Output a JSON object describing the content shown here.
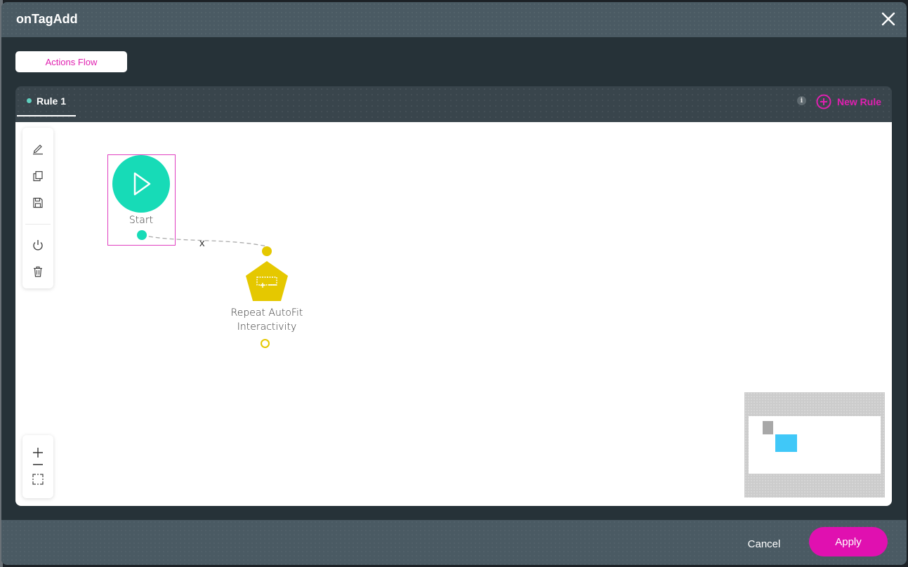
{
  "modal": {
    "title": "onTagAdd",
    "close_icon": "close-icon"
  },
  "tabs": {
    "active_label": "Actions Flow"
  },
  "rules": {
    "items": [
      {
        "label": "Rule 1",
        "status_color": "#5fd0bf",
        "active": true
      }
    ],
    "info_icon": "i",
    "new_rule_label": "New Rule"
  },
  "canvas": {
    "toolbox": [
      "edit-icon",
      "duplicate-icon",
      "save-icon",
      "power-icon",
      "trash-icon"
    ],
    "zoom_controls": [
      "zoom-in-icon",
      "zoom-out-icon",
      "fit-screen-icon"
    ],
    "nodes": [
      {
        "id": "start",
        "label": "Start",
        "type": "start",
        "color": "#17dbb7"
      },
      {
        "id": "repeat",
        "label_line1": "Repeat AutoFit",
        "label_line2": "Interactivity",
        "type": "action",
        "color": "#e5c800"
      }
    ],
    "edge": {
      "from": "start",
      "to": "repeat",
      "remove_label": "x"
    },
    "minimap": {
      "view_color": "#ffffff",
      "start_color": "#a8a8a8",
      "node_color": "#40c8f8"
    }
  },
  "footer": {
    "cancel_label": "Cancel",
    "apply_label": "Apply"
  },
  "colors": {
    "accent": "#e010b0",
    "header_bg": "#4a5a63",
    "body_bg": "#263238"
  }
}
